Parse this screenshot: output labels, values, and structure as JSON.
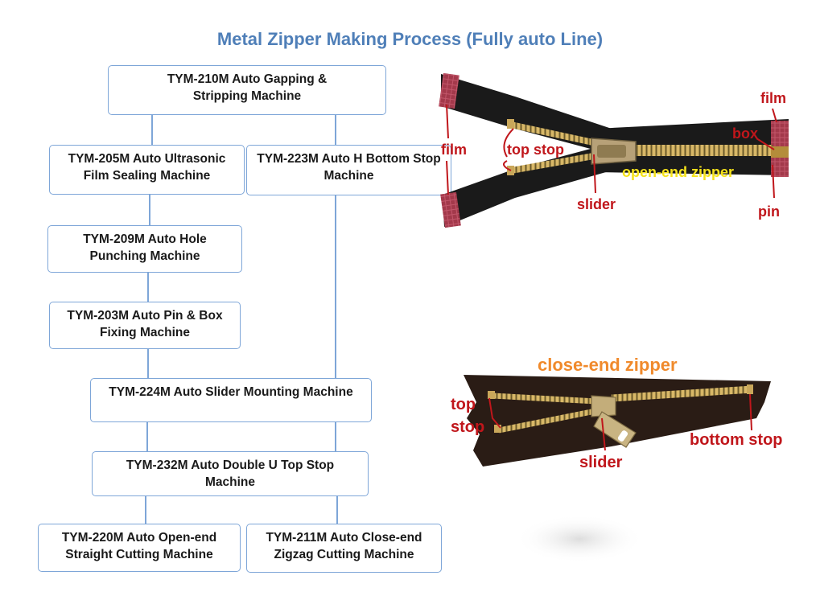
{
  "title": "Metal Zipper Making Process (Fully auto Line)",
  "process": {
    "b1": "TYM-210M Auto Gapping & Stripping Machine",
    "b2": "TYM-205M Auto Ultrasonic Film Sealing Machine",
    "b3": "TYM-223M Auto H Bottom Stop Machine",
    "b4": "TYM-209M Auto Hole Punching Machine",
    "b5": "TYM-203M Auto Pin & Box Fixing Machine",
    "b6": "TYM-224M Auto Slider Mounting Machine",
    "b7": "TYM-232M Auto Double U Top Stop Machine",
    "b8": "TYM-220M Auto Open-end Straight Cutting Machine",
    "b9": "TYM-211M Auto Close-end Zigzag Cutting Machine"
  },
  "open_end": {
    "caption": "open-end zipper",
    "film_left": "film",
    "film_right": "film",
    "top_stop": "top stop",
    "slider": "slider",
    "box": "box",
    "pin": "pin"
  },
  "close_end": {
    "caption": "close-end zipper",
    "top_stop_1": "top",
    "top_stop_2": "stop",
    "slider": "slider",
    "bottom_stop": "bottom stop"
  },
  "colors": {
    "title": "#4f7fb8",
    "box_border": "#7ea6d8",
    "label_red": "#c0161b",
    "caption_yellow": "#f5e21a",
    "caption_orange": "#f08a2c",
    "tape": "#161616",
    "film": "#a3394b",
    "teeth": "#c9a75a"
  }
}
